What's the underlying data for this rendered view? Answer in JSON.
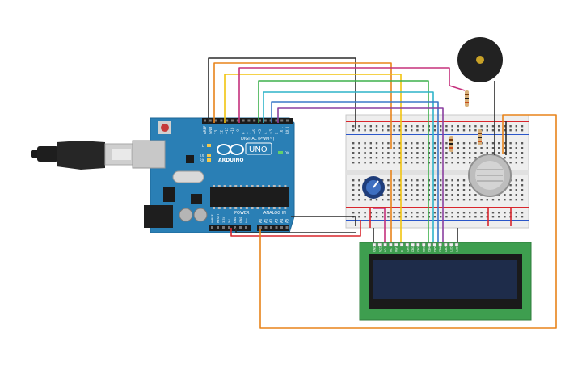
{
  "arduino": {
    "logo": "ARDUINO",
    "model": "UNO",
    "digital_label": "DIGITAL (PWM~)",
    "power_label": "POWER",
    "analog_label": "ANALOG IN",
    "on_label": "ON",
    "l_label": "L",
    "tx_label": "TX",
    "rx_label": "RX",
    "digital_pins": [
      "AREF",
      "GND",
      "13",
      "12",
      "~11",
      "~10",
      "~9",
      "8",
      "7",
      "~6",
      "~5",
      "4",
      "~3",
      "2",
      "TX 1",
      "RX 0"
    ],
    "power_pins": [
      "IOREF",
      "RESET",
      "3.3V",
      "5V",
      "GND",
      "GND",
      "Vin"
    ],
    "analog_pins": [
      "A0",
      "A1",
      "A2",
      "A3",
      "A4",
      "A5"
    ]
  },
  "lcd": {
    "pins": [
      "GND",
      "VCC",
      "V0",
      "RS",
      "RW",
      "E",
      "DB0",
      "DB1",
      "DB2",
      "DB3",
      "DB4",
      "DB5",
      "DB6",
      "DB7",
      "LED",
      "LED"
    ]
  },
  "colors": {
    "board_blue": "#2a7fb5",
    "wire_black": "#2b2b2b",
    "wire_orange": "#e8841a",
    "wire_yellow": "#f2c40f",
    "wire_green": "#3db04c",
    "wire_cyan": "#2fb4c9",
    "wire_blue": "#3a78c8",
    "wire_purple": "#8a3fa0",
    "wire_magenta": "#c5307c",
    "wire_red": "#d8262c",
    "lcd_green": "#3e9e4f",
    "lcd_screen": "#1e2c4a"
  }
}
